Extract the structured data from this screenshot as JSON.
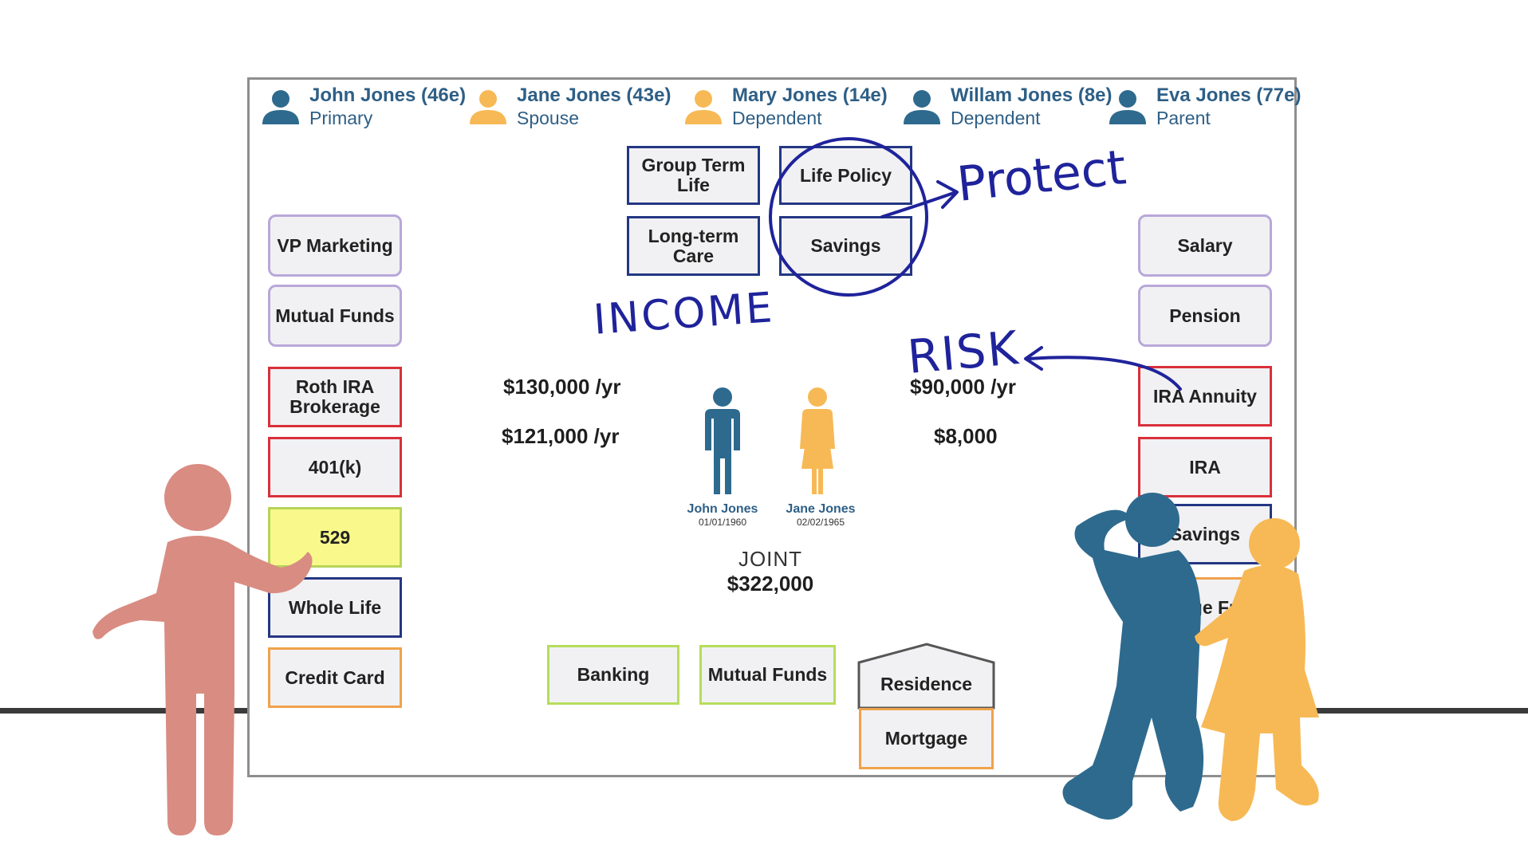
{
  "family": [
    {
      "name": "John Jones (46e)",
      "role": "Primary",
      "color": "#2e6a8e"
    },
    {
      "name": "Jane Jones (43e)",
      "role": "Spouse",
      "color": "#f7b955"
    },
    {
      "name": "Mary Jones (14e)",
      "role": "Dependent",
      "color": "#f7b955"
    },
    {
      "name": "Willam Jones (8e)",
      "role": "Dependent",
      "color": "#2e6a8e"
    },
    {
      "name": "Eva Jones (77e)",
      "role": "Parent",
      "color": "#2e6a8e"
    }
  ],
  "left_assets": {
    "top": [
      "VP Marketing",
      "Mutual Funds"
    ],
    "bottom": [
      "Roth IRA Brokerage",
      "401(k)",
      "529",
      "Whole Life",
      "Credit Card"
    ]
  },
  "right_assets": {
    "top": [
      "Salary",
      "Pension"
    ],
    "bottom": [
      "IRA Annuity",
      "IRA",
      "Savings",
      "orage Fu"
    ]
  },
  "center_top": {
    "left": [
      "Group Term Life",
      "Long-term Care"
    ],
    "right": [
      "Life Policy",
      "Savings"
    ]
  },
  "flows": {
    "john_income": "$130,000 /yr",
    "john_assets": "$121,000 /yr",
    "jane_income": "$90,000 /yr",
    "jane_assets": "$8,000"
  },
  "center_people": [
    {
      "name": "John Jones",
      "dob": "01/01/1960"
    },
    {
      "name": "Jane Jones",
      "dob": "02/02/1965"
    }
  ],
  "joint": {
    "label": "JOINT",
    "value": "$322,000"
  },
  "joint_assets": [
    "Banking",
    "Mutual Funds",
    "Residence",
    "Mortgage"
  ],
  "annotations": {
    "protect": "Protect",
    "income": "INCOME",
    "risk": "RISK"
  },
  "colors": {
    "primary_blue": "#2e6a8e",
    "spouse_orange": "#f7b955",
    "presenter_pink": "#d98c82",
    "ink": "#1f239b"
  }
}
